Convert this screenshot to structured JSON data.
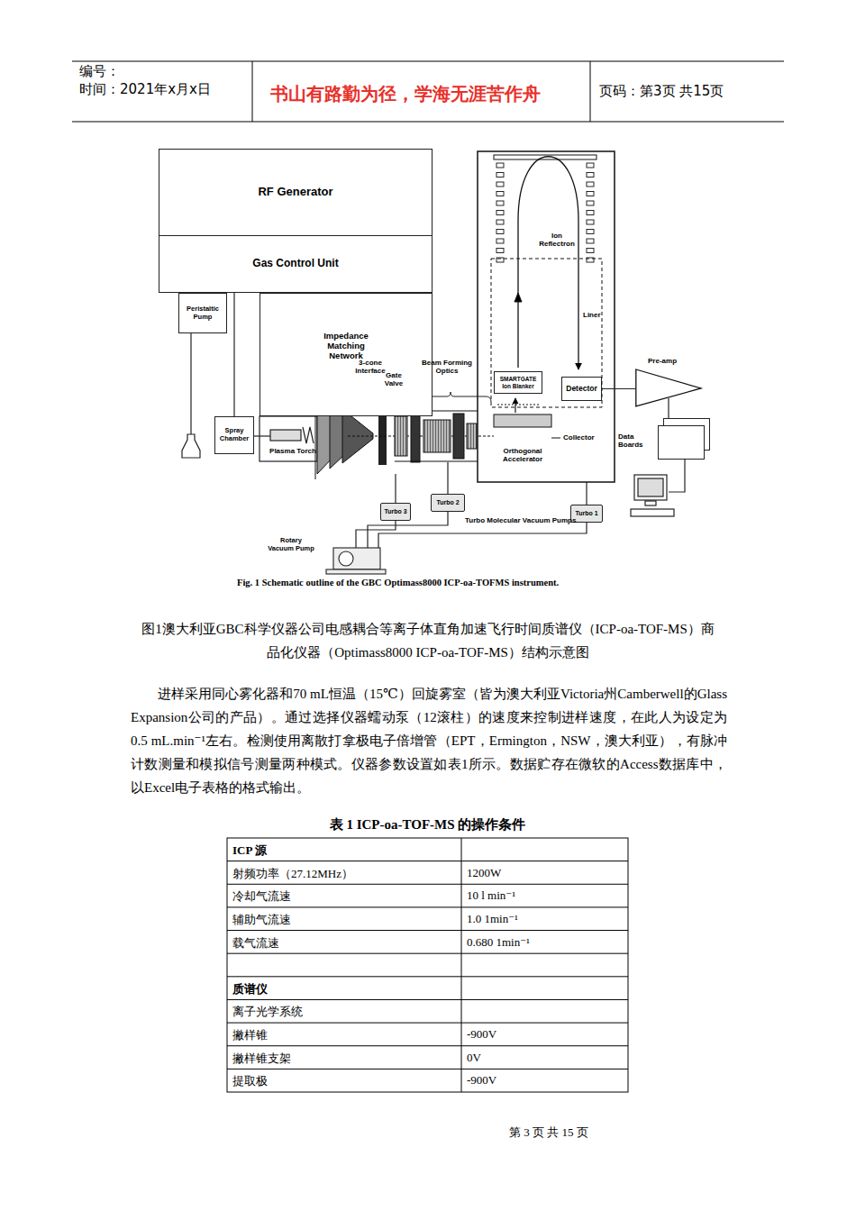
{
  "diagram": {
    "caption": "图1澳大利亚GBC科学仪器公司电感耦合等离子体直角加速飞行时间质谱仪（ICP-oa-TOF-MS）商品化仪器（Optimass8000 ICP-oa-TOF-MS）结构示意图",
    "nodes": [
      {
        "text": [
          "RF Generator"
        ]
      },
      {
        "text": [
          "Gas Control Unit"
        ]
      },
      {
        "text": [
          "Peristaltic Pump"
        ]
      },
      {
        "text": [
          "Impedance Matching Network"
        ]
      },
      {
        "text": [
          "Spray Chamber"
        ]
      },
      {
        "text": [
          "SMARTGATE Ion Blanker"
        ]
      },
      {
        "text": [
          "Detector"
        ]
      },
      {
        "text": [
          "Pre-amp"
        ]
      },
      {
        "text": [
          "Data Boards"
        ]
      },
      {
        "text": [
          "Turbo 3"
        ]
      },
      {
        "text": [
          "Turbo 2"
        ]
      },
      {
        "text": [
          "Turbo 1"
        ]
      },
      {
        "text": [
          "Rotary Vacuum Pump"
        ]
      }
    ],
    "edges": [
      {
        "from": 1,
        "to": 4,
        "arrow": "none"
      },
      {
        "from": 6,
        "to": 7,
        "arrow": "none"
      },
      {
        "from": 7,
        "to": 8,
        "arrow": "none"
      },
      {
        "from": 9,
        "to": 12,
        "arrow": "none"
      },
      {
        "from": 10,
        "to": 12,
        "arrow": "none"
      },
      {
        "from": 11,
        "to": 12,
        "arrow": "none"
      }
    ],
    "labels": [
      "编号：",
      "时间：2021年x月x日",
      "书山有路勤为径，学海无涯苦作舟",
      "页码：第3页 共15页",
      "Plasma Torch",
      "3-cone Interface",
      "Gate Valve",
      "Beam Forming Optics",
      "Ion Reflectron",
      "Liner",
      "Collector",
      "Orthogonal Accelerator",
      "Turbo Molecular Vacuum Pumps",
      "Fig. 1 Schematic outline of the GBC Optimass8000 ICP-oa-TOFMS instrument.",
      "进样采用同心雾化器和70 mL恒温（15℃）回旋雾室（皆为澳大利亚Victoria州Camberwell的Glass Expansion公司的产品）。通过选择仪器蠕动泵（12滚柱）的速度来控制进样速度，在此人为设定为0.5 mL.min⁻¹左右。检测使用离散打拿极电子倍增管（EPT，Ermington，NSW，澳大利亚），有脉冲计数测量和模拟信号测量两种模式。仪器参数设置如表1所示。数据贮存在微软的Access数据库中，以Excel电子表格的格式输出。",
      "表 1  ICP-oa-TOF-MS 的操作条件",
      "ICP 源",
      "射频功率（27.12MHz）",
      "1200W",
      "冷却气流速",
      "10 l min⁻¹",
      "辅助气流速",
      "1.0 1min⁻¹",
      "载气流速",
      "0.680 1min⁻¹",
      "质谱仪",
      "离子光学系统",
      "撇样锥",
      "-900V",
      "撇样锥支架",
      "0V",
      "提取极",
      "-900V",
      "第 3 页 共 15 页"
    ]
  }
}
